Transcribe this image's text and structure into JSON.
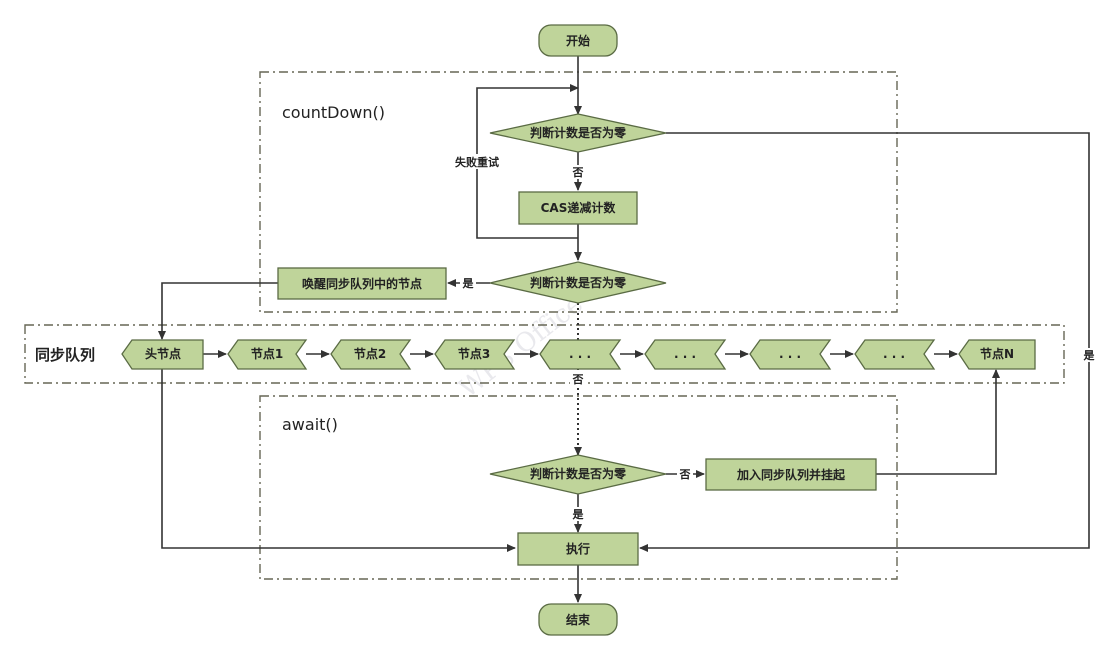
{
  "nodes": {
    "start": "开始",
    "check_zero_1": "判断计数是否为零",
    "cas_decrement": "CAS递减计数",
    "check_zero_2": "判断计数是否为零",
    "wake_nodes": "唤醒同步队列中的节点",
    "check_zero_3": "判断计数是否为零",
    "enqueue_suspend": "加入同步队列并挂起",
    "execute": "执行",
    "end": "结束"
  },
  "sections": {
    "countdown": "countDown()",
    "await": "await()",
    "sync_queue": "同步队列"
  },
  "queue_nodes": [
    "头节点",
    "节点1",
    "节点2",
    "节点3",
    ". . .",
    ". . .",
    ". . .",
    ". . .",
    "节点N"
  ],
  "edge_labels": {
    "no_1": "否",
    "retry": "失败重试",
    "yes_wake": "是",
    "no_2": "否",
    "no_3": "否",
    "yes_exec": "是",
    "yes_right": "是"
  },
  "watermark": "WPS Office",
  "colors": {
    "node_fill": "#bfd49a",
    "node_stroke": "#5a6b44",
    "line": "#333333",
    "frame": "#666655"
  }
}
